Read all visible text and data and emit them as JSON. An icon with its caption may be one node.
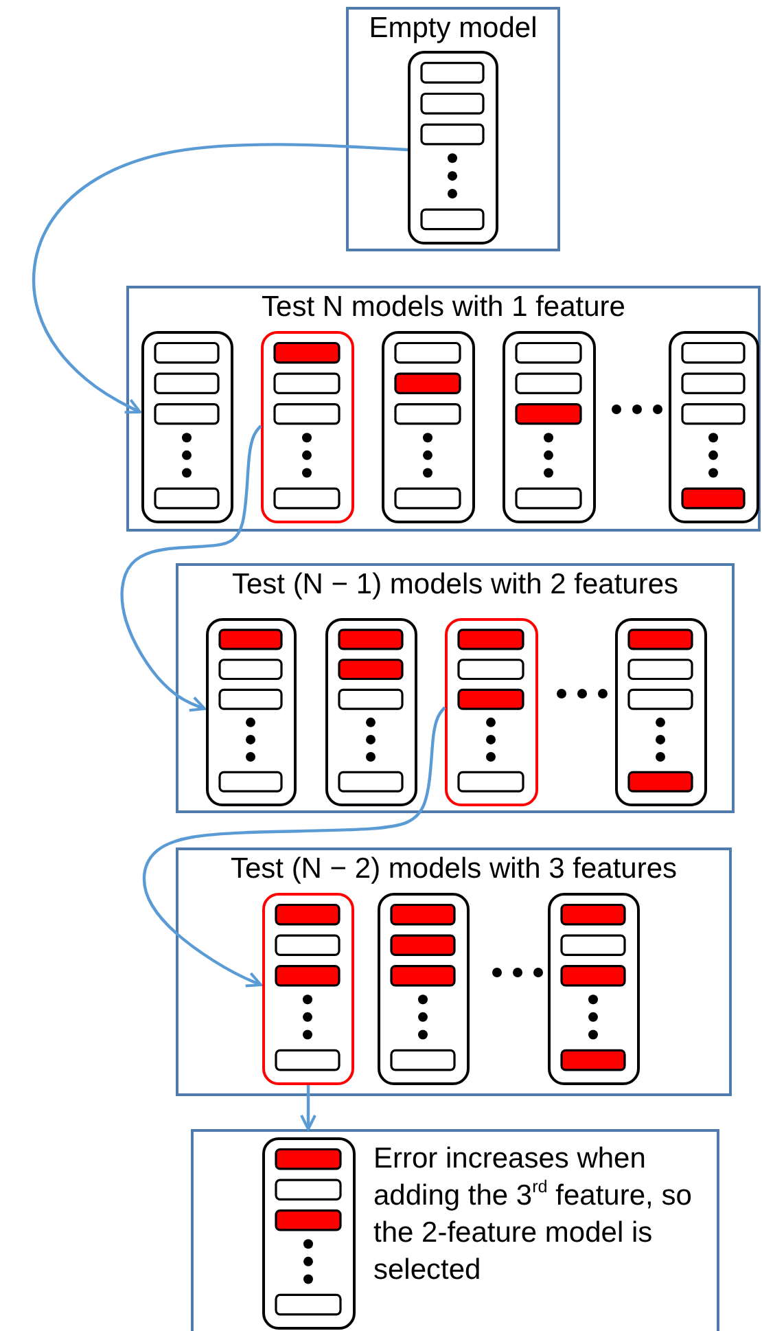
{
  "diagram": {
    "nodes": [
      {
        "text": [
          "Empty model"
        ]
      },
      {
        "text": [],
        "shape": "box",
        "in": 0
      },
      {
        "text": [
          "Test N models with 1 feature"
        ]
      },
      {
        "text": [],
        "shape": "box",
        "in": 2
      },
      {
        "text": [],
        "shape": "box",
        "in": 2
      },
      {
        "text": [],
        "shape": "box",
        "in": 2
      },
      {
        "text": [],
        "shape": "box",
        "in": 2
      },
      {
        "text": [],
        "shape": "box",
        "in": 2
      },
      {
        "text": [
          "Test (N − 1) models with 2 features"
        ]
      },
      {
        "text": [],
        "shape": "box",
        "in": 8
      },
      {
        "text": [],
        "shape": "box",
        "in": 8
      },
      {
        "text": [],
        "shape": "box",
        "in": 8
      },
      {
        "text": [],
        "shape": "box",
        "in": 8
      },
      {
        "text": [
          "Test (N − 2) models with 3 features"
        ]
      },
      {
        "text": [],
        "shape": "box",
        "in": 13
      },
      {
        "text": [],
        "shape": "box",
        "in": 13
      },
      {
        "text": [],
        "shape": "box",
        "in": 13
      },
      {
        "text": [
          "Error increases when adding the 3$^{rd}$ feature, so the 2-feature model is selected"
        ]
      },
      {
        "text": [],
        "shape": "box",
        "in": 17
      }
    ],
    "edges": [
      {
        "from": 1,
        "to": 3,
        "arrow": "to"
      },
      {
        "from": 4,
        "to": 9,
        "arrow": "to"
      },
      {
        "from": 11,
        "to": 14,
        "arrow": "to"
      },
      {
        "from": 14,
        "to": 17,
        "arrow": "to"
      }
    ]
  }
}
